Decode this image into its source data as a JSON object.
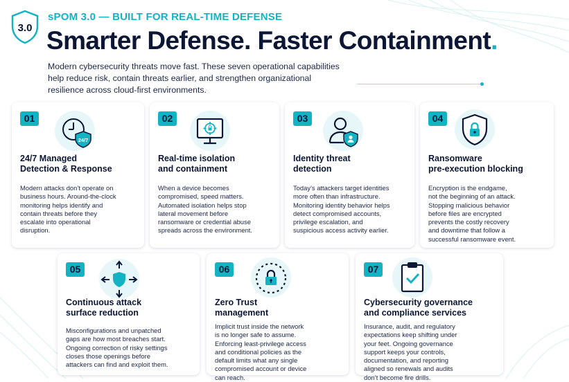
{
  "badge": {
    "label": "3.0"
  },
  "eyebrow": "sPOM 3.0 — BUILT FOR REAL-TIME DEFENSE",
  "headline": "Smarter Defense. Faster Containment",
  "headline_dot": ".",
  "intro": [
    "Modern cybersecurity threats move fast. These seven operational capabilities",
    "help reduce risk, contain threats earlier, and strengthen organizational",
    "resilience across cloud-first environments."
  ],
  "colors": {
    "accent": "#13b3c4",
    "navy": "#0c1635",
    "icon_bg": "#e7f6f8"
  },
  "cards": [
    {
      "number": "01",
      "icon": "clock-shield-icon",
      "icon_badge": "24/7",
      "title": [
        "24/7 Managed",
        "Detection & Response"
      ],
      "body": [
        "Modern attacks don’t operate on",
        "business hours. Around-the-clock",
        "monitoring helps identify and",
        "contain threats before they",
        "escalate into operational",
        "disruption."
      ]
    },
    {
      "number": "02",
      "icon": "monitor-crosshair-icon",
      "title": [
        "Real-time isolation",
        "and containment"
      ],
      "body": [
        "When a device becomes",
        "compromised, speed matters.",
        "Automated isolation helps stop",
        "lateral movement before",
        "ransomware or credential abuse",
        "spreads across the environment."
      ]
    },
    {
      "number": "03",
      "icon": "user-shield-icon",
      "title": [
        "Identity threat",
        "detection"
      ],
      "body": [
        "Today’s attackers target identities",
        "more often than infrastructure.",
        "Monitoring identity behavior helps",
        "detect compromised accounts,",
        "privilege escalation, and",
        "suspicious access activity earlier."
      ]
    },
    {
      "number": "04",
      "icon": "shield-lock-icon",
      "title": [
        "Ransomware",
        "pre-execution blocking"
      ],
      "body": [
        "Encryption is the endgame,",
        "not the beginning of an attack.",
        "Stopping malicious behavior",
        "before files are encrypted",
        "prevents the costly recovery",
        "and downtime that follow a",
        "successful ransomware event."
      ]
    },
    {
      "number": "05",
      "icon": "shield-arrows-icon",
      "title": [
        "Continuous attack",
        "surface reduction"
      ],
      "body": [
        "Misconfigurations and unpatched",
        "gaps are how most breaches start.",
        "Ongoing correction of risky settings",
        "closes those openings before",
        "attackers can find and exploit them."
      ]
    },
    {
      "number": "06",
      "icon": "lock-ring-icon",
      "title": [
        "Zero Trust",
        "management"
      ],
      "body": [
        "Implicit trust inside the network",
        "is no longer safe to assume.",
        "Enforcing least-privilege access",
        "and conditional policies as the",
        "default limits what any single",
        "compromised account or device",
        "can reach."
      ]
    },
    {
      "number": "07",
      "icon": "clipboard-check-icon",
      "title": [
        "Cybersecurity governance",
        "and compliance services"
      ],
      "body": [
        "Insurance, audit, and regulatory",
        "expectations keep shifting under",
        "your feet. Ongoing governance",
        "support keeps your controls,",
        "documentation, and reporting",
        "aligned so renewals and audits",
        "don’t become fire drills."
      ]
    }
  ]
}
